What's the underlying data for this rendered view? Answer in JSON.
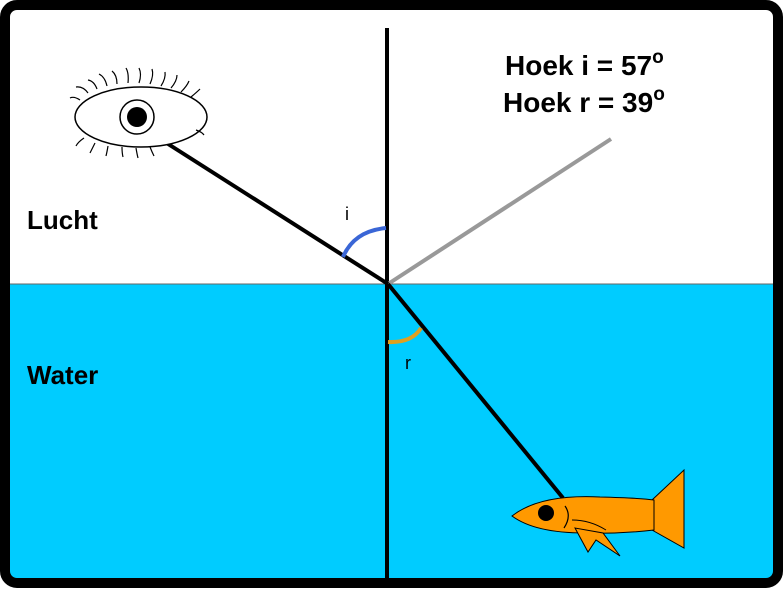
{
  "media": {
    "top": {
      "label": "Lucht",
      "color": "#ffffff"
    },
    "bottom": {
      "label": "Water",
      "color": "#00ccff"
    }
  },
  "angles": {
    "incidence": {
      "symbol": "i",
      "value": 57,
      "color": "#3a66d6"
    },
    "refraction": {
      "symbol": "r",
      "value": 39,
      "color": "#e0a020"
    }
  },
  "readout": {
    "line1_text": "Hoek i = 57",
    "line2_text": "Hoek r = 39",
    "degree_mark": "o"
  },
  "colors": {
    "frame": "#000000",
    "ray": "#000000",
    "reflected_ray": "#999999",
    "fish": "#ff9900"
  }
}
